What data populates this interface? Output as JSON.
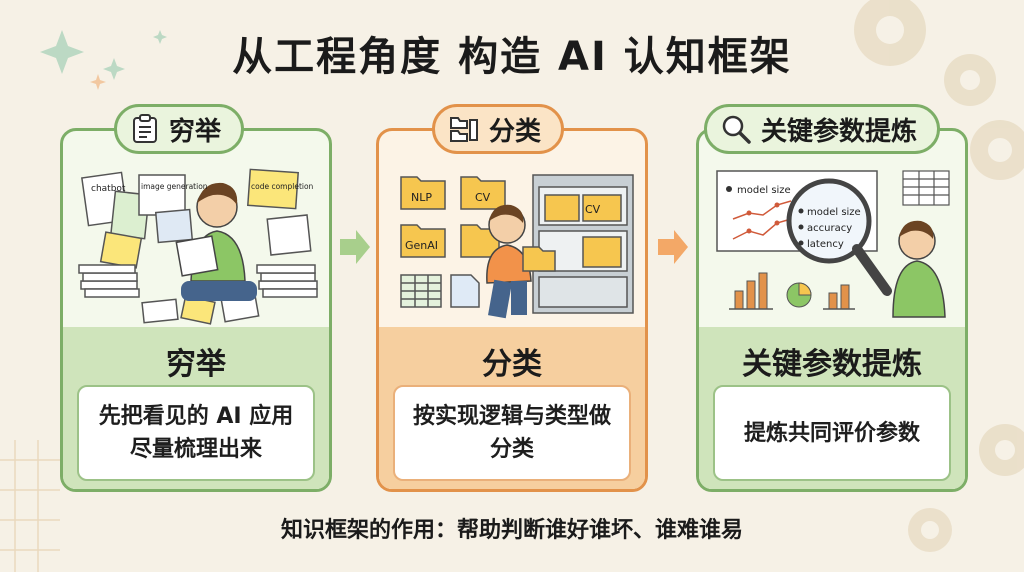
{
  "title": "从工程角度 构造 AI 认知框架",
  "colors": {
    "green_border": "#7dae67",
    "orange_border": "#e2924a",
    "arrow_green": "#a8cf8c",
    "arrow_orange": "#f3a867",
    "background": "#f6f1e6"
  },
  "panels": [
    {
      "pill_label": "穷举",
      "pill_icon": "clipboard-icon",
      "subtitle": "穷举",
      "description": "先把看见的 AI 应用尽量梳理出来",
      "illustration_labels": [
        "chatbot",
        "image generation",
        "code completion"
      ]
    },
    {
      "pill_label": "分类",
      "pill_icon": "folders-icon",
      "subtitle": "分类",
      "description": "按实现逻辑与类型做分类",
      "illustration_labels": [
        "NLP",
        "CV",
        "GenAI",
        "CV"
      ]
    },
    {
      "pill_label": "关键参数提炼",
      "pill_icon": "magnifier-icon",
      "subtitle": "关键参数提炼",
      "description": "提炼共同评价参数",
      "illustration_labels": [
        "model size",
        "model size",
        "accuracy",
        "latency"
      ]
    }
  ],
  "footer": "知识框架的作用：帮助判断谁好谁坏、谁难谁易"
}
